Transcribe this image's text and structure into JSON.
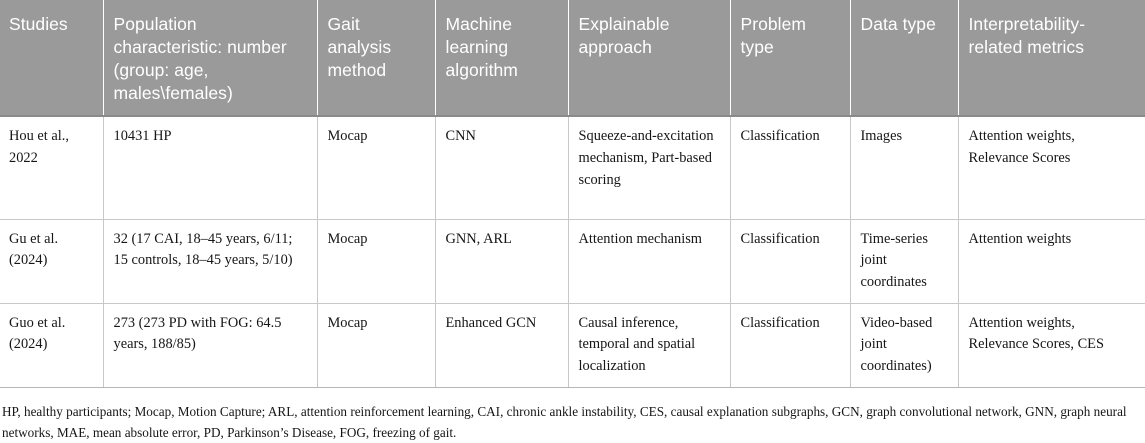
{
  "table": {
    "headers": [
      "Studies",
      "Population characteristic: number (group: age, males\\females)",
      "Gait analysis method",
      "Machine learning algorithm",
      "Explainable approach",
      "Problem type",
      "Data type",
      "Interpretability-related metrics"
    ],
    "rows": [
      {
        "studies": "Hou et al., 2022",
        "population": "10431 HP",
        "gait_method": "Mocap",
        "ml_algorithm": "CNN",
        "explainable_approach": "Squeeze-and-excitation mechanism, Part-based scoring",
        "problem_type": "Classification",
        "data_type": "Images",
        "metrics": "Attention weights, Relevance Scores"
      },
      {
        "studies": "Gu et al. (2024)",
        "population": "32 (17 CAI, 18–45 years, 6/11; 15 controls, 18–45 years, 5/10)",
        "gait_method": "Mocap",
        "ml_algorithm": "GNN, ARL",
        "explainable_approach": "Attention mechanism",
        "problem_type": "Classification",
        "data_type": "Time-series joint coordinates",
        "metrics": "Attention weights"
      },
      {
        "studies": "Guo et al. (2024)",
        "population": "273 (273 PD with FOG: 64.5 years, 188/85)",
        "gait_method": "Mocap",
        "ml_algorithm": "Enhanced GCN",
        "explainable_approach": "Causal inference, temporal and spatial localization",
        "problem_type": "Classification",
        "data_type": "Video-based joint coordinates)",
        "metrics": "Attention weights, Relevance Scores, CES"
      }
    ]
  },
  "footnote": {
    "text": "HP, healthy participants; Mocap, Motion Capture; ARL, attention reinforcement learning, CAI, chronic ankle instability, CES, causal explanation subgraphs, GCN, graph convolutional network, GNN, graph neural networks, MAE, mean absolute error, PD, Parkinson’s Disease, FOG, freezing of gait."
  },
  "colors": {
    "header_background": "#9a9a9a",
    "header_text": "#ffffff",
    "body_text": "#161616",
    "grid_line": "#c8c8c8",
    "page_background": "#ffffff"
  }
}
